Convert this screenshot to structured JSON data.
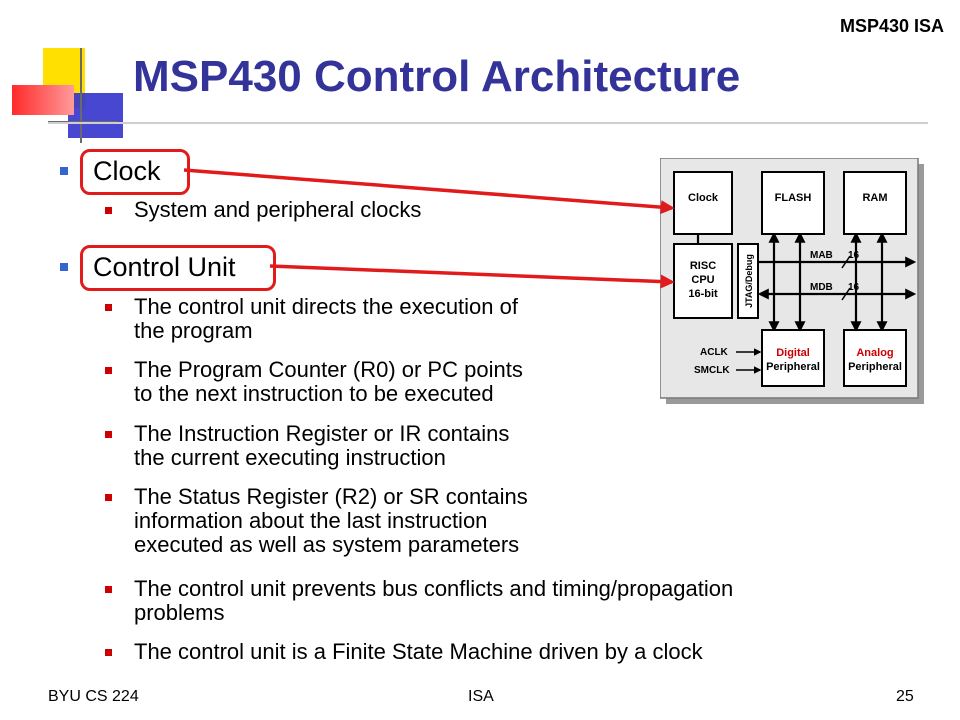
{
  "header": {
    "corner_label": "MSP430 ISA",
    "title": "MSP430 Control Architecture"
  },
  "bullets": {
    "clock": "Clock",
    "clock_sub": "System and peripheral clocks",
    "control_unit": "Control Unit",
    "cu_items": [
      [
        "The control unit directs the execution of",
        "the program"
      ],
      [
        "The Program Counter (R0) or PC points",
        "to the next instruction to be executed"
      ],
      [
        "The Instruction Register or IR contains",
        "the current executing instruction"
      ],
      [
        "The Status Register (R2) or SR contains",
        "information about the last instruction",
        "executed as well as system parameters"
      ],
      [
        "The control unit prevents bus conflicts and timing/propagation",
        "problems"
      ],
      [
        "The control unit is a Finite State Machine driven by a clock"
      ]
    ]
  },
  "diagram": {
    "clock": "Clock",
    "flash": "FLASH",
    "ram": "RAM",
    "risc": [
      "RISC",
      "CPU",
      "16-bit"
    ],
    "jtag": "JTAG/Debug",
    "mab": "MAB",
    "mab_width": "16",
    "mdb": "MDB",
    "mdb_width": "16",
    "aclk": "ACLK",
    "smclk": "SMCLK",
    "digital": [
      "Digital",
      "Peripheral"
    ],
    "analog": [
      "Analog",
      "Peripheral"
    ]
  },
  "footer": {
    "left": "BYU CS 224",
    "center": "ISA",
    "right": "25"
  },
  "colors": {
    "title": "#333399",
    "highlight": "#e11b1b",
    "bullet_l1": "#3366cc",
    "bullet_l2": "#cc0000",
    "peripheral_text": "#cc0000"
  }
}
